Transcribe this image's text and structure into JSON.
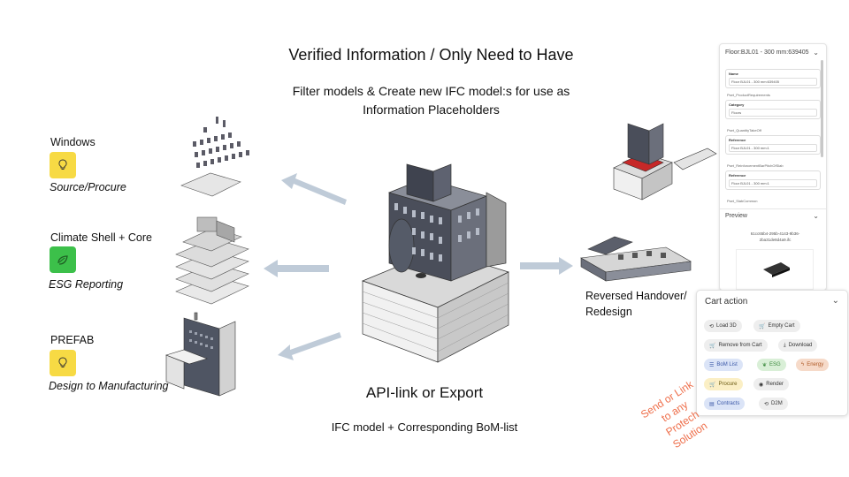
{
  "header": {
    "title": "Verified Information / Only Need to Have",
    "subtitle_line1": "Filter models & Create new IFC model:s for use as",
    "subtitle_line2": "Information Placeholders"
  },
  "footer": {
    "title": "API-link or Export",
    "subtitle": "IFC model + Corresponding BoM-list"
  },
  "left_items": [
    {
      "label": "Windows",
      "caption": "Source/Procure",
      "badge_color": "#f7da44",
      "icon": "lightbulb-icon"
    },
    {
      "label": "Climate Shell + Core",
      "caption": "ESG Reporting",
      "badge_color": "#3cc04a",
      "icon": "leaf-icon"
    },
    {
      "label": "PREFAB",
      "caption": "Design to Manufacturing",
      "badge_color": "#f7da44",
      "icon": "lightbulb-icon"
    }
  ],
  "right_label_line1": "Reversed Handover/",
  "right_label_line2": "Redesign",
  "properties_panel": {
    "header": "Floor:BJL01 - 300 mm:639405",
    "fields": [
      {
        "label": "Name",
        "value": "Floor BJL01 - 300 mm:639405"
      },
      {
        "label": "Category",
        "value": "Floors"
      },
      {
        "label": "Reference",
        "value": "Floor BJL01 - 300 mm:1"
      },
      {
        "label": "Reference",
        "value": "Floor BJL01 - 300 mm:1"
      }
    ],
    "group_titles": [
      "Pset_ProductRequirements",
      "Pset_QuantityTakeOff",
      "Pset_ReinforcementBarPitchOfSlab",
      "Pset_SlabCommon"
    ],
    "preview_label": "Preview",
    "preview_id_line1": "61cc65b4-295b-4143-9b36-",
    "preview_id_line2": "2ba31de8d4a9.ifc"
  },
  "cart": {
    "title": "Cart action",
    "buttons": [
      {
        "label": "Load 3D",
        "style": "grey",
        "icon": "load-icon"
      },
      {
        "label": "Empty Cart",
        "style": "grey",
        "icon": "cart-icon"
      },
      {
        "label": "Remove from Cart",
        "style": "grey",
        "icon": "cart-icon"
      },
      {
        "label": "Download",
        "style": "grey",
        "icon": "download-icon"
      },
      {
        "label": "BoM List",
        "style": "blue",
        "icon": "list-icon"
      },
      {
        "label": "ESG",
        "style": "green",
        "icon": "leaf-icon"
      },
      {
        "label": "Energy",
        "style": "orange",
        "icon": "bolt-icon"
      },
      {
        "label": "Procure",
        "style": "yellow",
        "icon": "cart-icon"
      },
      {
        "label": "Render",
        "style": "grey",
        "icon": "eye-icon"
      },
      {
        "label": "Contracts",
        "style": "blue",
        "icon": "document-icon"
      },
      {
        "label": "D2M",
        "style": "grey",
        "icon": "load-icon"
      }
    ]
  },
  "send_note": [
    "Send or Link",
    "to any",
    "Protech",
    "Solution"
  ],
  "colors": {
    "arrow": "#bfcbd8",
    "note": "#ee6e4a",
    "roof_red": "#c62828"
  }
}
